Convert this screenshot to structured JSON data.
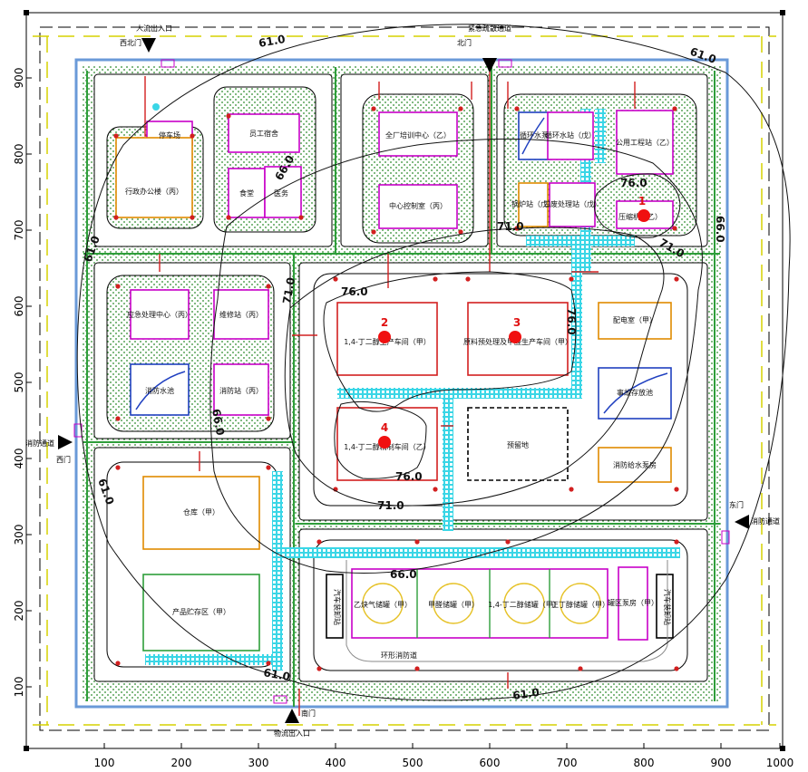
{
  "axes": {
    "x_ticks": [
      "100",
      "200",
      "300",
      "400",
      "500",
      "600",
      "700",
      "800",
      "900",
      "1000"
    ],
    "y_ticks": [
      "900",
      "800",
      "700",
      "600",
      "500",
      "400",
      "300",
      "200",
      "100"
    ]
  },
  "gates": {
    "northwest_entrance": "人流出入口",
    "west_north_gate": "西北门",
    "north_access": "紧急疏散通道",
    "north_gate": "北门",
    "west_road": "消防通道",
    "west_gate": "西门",
    "east_gate": "东门",
    "east_road": "消防通道",
    "south_gate": "南门",
    "south_entrance": "物流出入口"
  },
  "buildings": {
    "parking": "停车场",
    "office": "行政办公楼（丙）",
    "dorm": "员工宿舍",
    "canteen": "食堂",
    "clinic": "医务",
    "training": "全厂培训中心（乙）",
    "control": "中心控制室（丙）",
    "circ_water": "循环水泵",
    "recycle": "循环水站（戊）",
    "utility": "公用工程站（乙）",
    "boiler": "锅炉站（戊）",
    "treatment": "三废处理站（戊）",
    "compressor": "压缩机（乙）",
    "emergency": "应急处理中心（丙）",
    "repair": "维修站（丙）",
    "fire_pool": "消防水池",
    "fire_station": "消防站（丙）",
    "butadiene_a": "1,4-丁二醇生产车间（甲）",
    "raw_material": "原料预处理及甲醛生产车间（甲）",
    "butadiene_b": "1,4-丁二醇精制车间（乙）",
    "substation": "配电室（甲）",
    "accident_pool": "事故存放池",
    "fire_pump": "消防给水泵房",
    "reserve": "预留地",
    "warehouse": "仓库（甲）",
    "product_store": "产品贮存区（甲）",
    "acetylene_tank": "乙炔气储罐（甲）",
    "formaldehyde_tank": "甲醛储罐（甲）",
    "bdo_tank": "1,4-丁二醇储罐（甲）",
    "butanol_tank": "正丁醇储罐（甲）",
    "tank_pump": "罐区泵房（甲）",
    "tank_fire_road": "环形消防道",
    "loading": "汽车装卸站"
  },
  "contours": {
    "c61_nw": "61.0",
    "c61_ne": "61.0",
    "c61_w": "61.0",
    "c61_sw": "61.0",
    "c61_s": "61.0",
    "c61_se": "61.0",
    "c66_w": "66.0",
    "c66_e": "66.0",
    "c66_s": "66.0",
    "c66_d": "66.0",
    "c71_a": "71.0",
    "c71_b": "71.0",
    "c71_c": "71.0",
    "c71_d": "71.0",
    "c76_a": "76.0",
    "c76_b": "76.0",
    "c76_c": "76.0",
    "c76_d": "76.0"
  },
  "sources": {
    "s1": "1",
    "s2": "2",
    "s3": "3",
    "s4": "4"
  },
  "colors": {
    "building_outline": "#c800c8",
    "road_green": "#2e9e3a",
    "wall_blue": "#6a9ad8",
    "pipe_red": "#d22020",
    "rack_cyan": "#3ad6e6",
    "source_red": "#f01010",
    "tank_yellow": "#e6c228",
    "greenery": "#2a8a2a",
    "contour": "#111111",
    "fence_yellow": "#d6d200"
  }
}
